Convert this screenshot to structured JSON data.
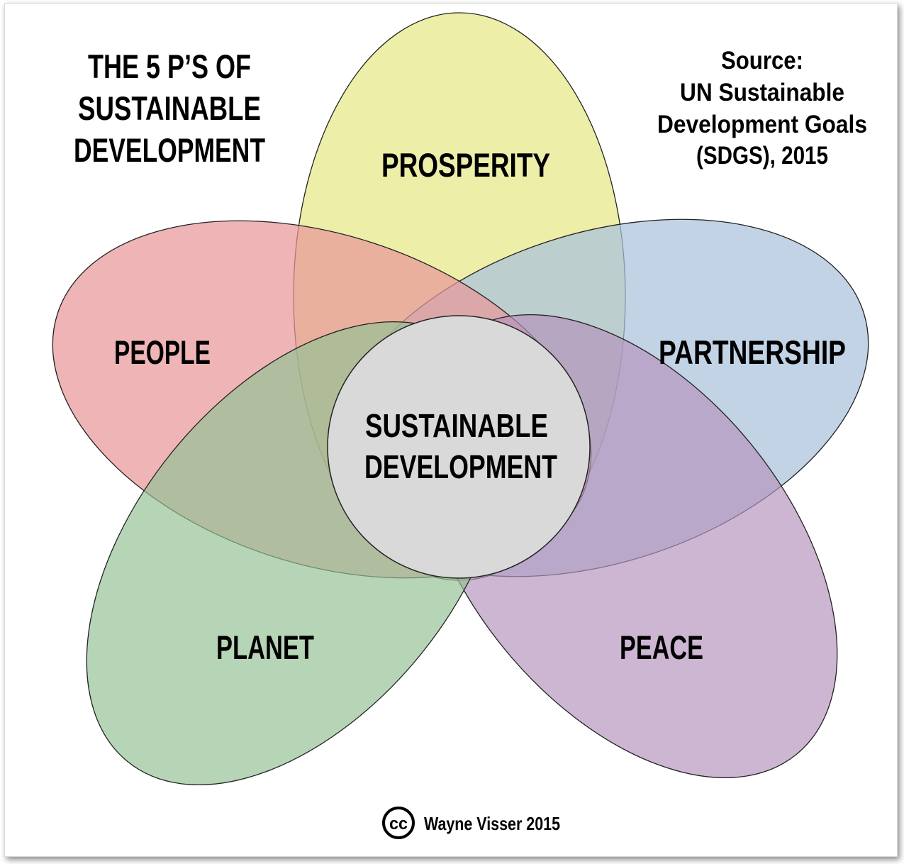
{
  "title": {
    "lines": [
      "THE 5 P’S OF",
      "SUSTAINABLE",
      "DEVELOPMENT"
    ]
  },
  "source": {
    "lines": [
      "Source:",
      "UN Sustainable",
      "Development Goals",
      "(SDGS), 2015"
    ]
  },
  "petals": {
    "prosperity": {
      "label": "PROSPERITY",
      "color": "#e8e98f"
    },
    "people": {
      "label": "PEOPLE",
      "color": "#e9999a"
    },
    "partnership": {
      "label": "PARTNERSHIP",
      "color": "#a9c2db"
    },
    "planet": {
      "label": "PLANET",
      "color": "#93c193"
    },
    "peace": {
      "label": "PEACE",
      "color": "#b594bb"
    }
  },
  "center": {
    "lines": [
      "SUSTAINABLE",
      "DEVELOPMENT"
    ],
    "color": "#d9d9d9"
  },
  "credit": {
    "cc_symbol": "cc",
    "text": "Wayne Visser 2015"
  }
}
